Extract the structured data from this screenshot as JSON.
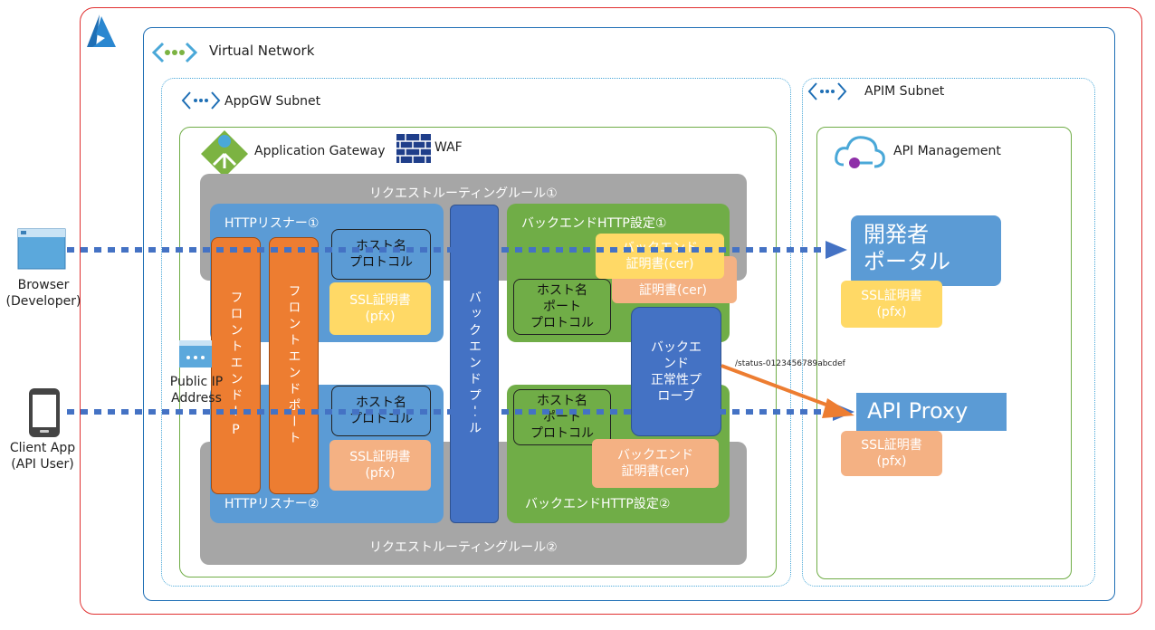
{
  "virtual_network": {
    "label": "Virtual Network"
  },
  "appgw_subnet": {
    "label": "AppGW Subnet"
  },
  "apim_subnet": {
    "label": "APIM Subnet"
  },
  "application_gateway": {
    "label": "Application Gateway",
    "waf_label": "WAF"
  },
  "api_management": {
    "label": "API Management"
  },
  "rule1": {
    "label": "リクエストルーティングルール①"
  },
  "rule2": {
    "label": "リクエストルーティングルール②"
  },
  "listener1": {
    "label": "HTTPリスナー①",
    "host_protocol": "ホスト名\nプロトコル",
    "ssl_cert": "SSL証明書\n(pfx)"
  },
  "listener2": {
    "label": "HTTPリスナー②",
    "host_protocol": "ホスト名\nプロトコル",
    "ssl_cert": "SSL証明書\n(pfx)"
  },
  "frontend_ip": {
    "label": "フロントエンドIP"
  },
  "frontend_port": {
    "label": "フロントエンドポート"
  },
  "backend_pool": {
    "label": "バックエンドプール"
  },
  "backend_setting1": {
    "label": "バックエンドHTTP設定①",
    "host_port_protocol": "ホスト名\nポート\nプロトコル",
    "cert_back": "証明書(cer)",
    "cert_front": "バックエンド\n証明書(cer)"
  },
  "backend_setting2": {
    "label": "バックエンドHTTP設定②",
    "host_port_protocol": "ホスト名\nポート\nプロトコル",
    "cert": "バックエンド\n証明書(cer)"
  },
  "health_probe": {
    "label": "バックエ\nンド\n正常性プ\nローブ",
    "path": "/status-0123456789abcdef"
  },
  "dev_portal": {
    "label": "開発者\nポータル",
    "ssl_cert": "SSL証明書\n(pfx)"
  },
  "api_proxy": {
    "label": "API Proxy",
    "ssl_cert": "SSL証明書\n(pfx)"
  },
  "browser": {
    "label": "Browser\n(Developer)"
  },
  "client_app": {
    "label": "Client App\n(API User)"
  },
  "public_ip": {
    "label": "Public IP\nAddress"
  },
  "colors": {
    "azure_border": "#e03030",
    "vnet_border": "#1f6fb5",
    "subnet_border": "#4aa8d8",
    "appgw_border": "#70ad47",
    "rule_gray": "#a6a6a6",
    "listener_blue": "#5b9bd5",
    "orange": "#ed7d31",
    "pool_blue": "#4472c4",
    "backend_green": "#70ad47",
    "cert_yellow": "#ffd966",
    "cert_peach": "#f4b183",
    "flow_blue": "#4472c4"
  }
}
